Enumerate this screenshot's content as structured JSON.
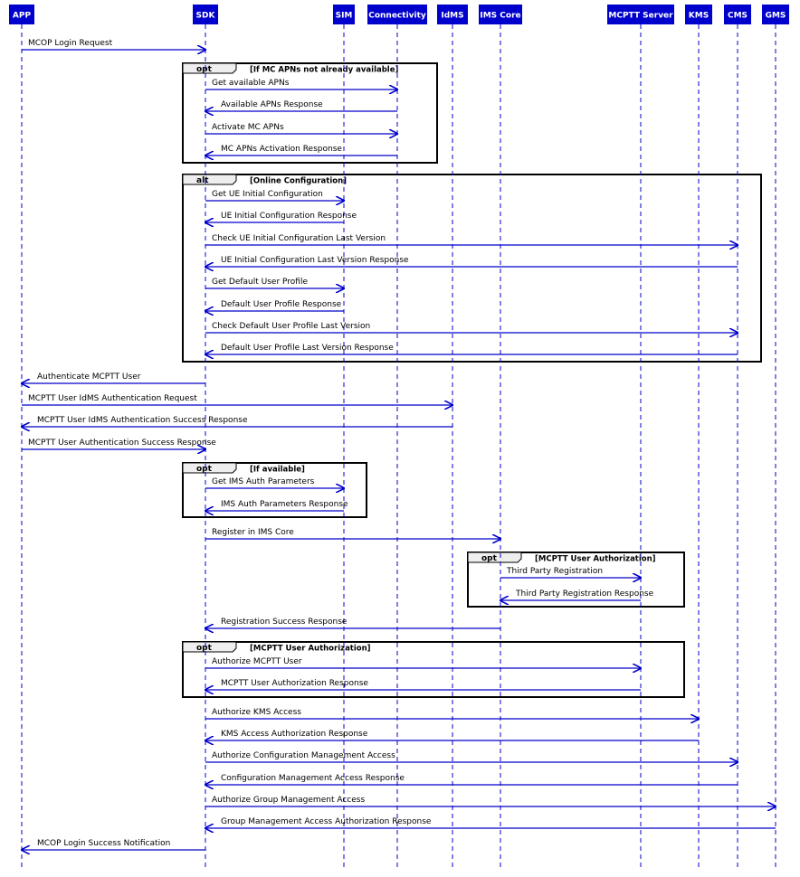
{
  "diagram": {
    "type": "sequence",
    "colors": {
      "participant_box": "#0000cc",
      "lifeline": "#0000cc",
      "message": "#0000cc",
      "frame_tab": "#eeeeee"
    },
    "participants": [
      {
        "id": "APP",
        "label": "APP"
      },
      {
        "id": "SDK",
        "label": "SDK"
      },
      {
        "id": "SIM",
        "label": "SIM"
      },
      {
        "id": "Connectivity",
        "label": "Connectivity"
      },
      {
        "id": "IdMS",
        "label": "IdMS"
      },
      {
        "id": "IMSCore",
        "label": "IMS Core"
      },
      {
        "id": "MCPTTServer",
        "label": "MCPTT Server"
      },
      {
        "id": "KMS",
        "label": "KMS"
      },
      {
        "id": "CMS",
        "label": "CMS"
      },
      {
        "id": "GMS",
        "label": "GMS"
      }
    ],
    "messages": [
      {
        "from": "APP",
        "to": "SDK",
        "label": "MCOP Login Request"
      },
      {
        "from": "SDK",
        "to": "Connectivity",
        "label": "Get available APNs"
      },
      {
        "from": "Connectivity",
        "to": "SDK",
        "label": "Available APNs Response"
      },
      {
        "from": "SDK",
        "to": "Connectivity",
        "label": "Activate MC APNs"
      },
      {
        "from": "Connectivity",
        "to": "SDK",
        "label": "MC APNs Activation Response"
      },
      {
        "from": "SDK",
        "to": "SIM",
        "label": "Get UE Initial Configuration"
      },
      {
        "from": "SIM",
        "to": "SDK",
        "label": "UE Initial Configuration Response"
      },
      {
        "from": "SDK",
        "to": "CMS",
        "label": "Check UE Initial Configuration Last Version"
      },
      {
        "from": "CMS",
        "to": "SDK",
        "label": "UE Initial Configuration Last Version Response"
      },
      {
        "from": "SDK",
        "to": "SIM",
        "label": "Get Default User Profile"
      },
      {
        "from": "SIM",
        "to": "SDK",
        "label": "Default User Profile Response"
      },
      {
        "from": "SDK",
        "to": "CMS",
        "label": "Check Default User Profile Last Version"
      },
      {
        "from": "CMS",
        "to": "SDK",
        "label": "Default User Profile Last Version Response"
      },
      {
        "from": "SDK",
        "to": "APP",
        "label": "Authenticate MCPTT User"
      },
      {
        "from": "APP",
        "to": "IdMS",
        "label": "MCPTT User IdMS Authentication Request"
      },
      {
        "from": "IdMS",
        "to": "APP",
        "label": "MCPTT User IdMS Authentication Success Response"
      },
      {
        "from": "APP",
        "to": "SDK",
        "label": "MCPTT User Authentication Success Response"
      },
      {
        "from": "SDK",
        "to": "SIM",
        "label": "Get IMS Auth Parameters"
      },
      {
        "from": "SIM",
        "to": "SDK",
        "label": "IMS Auth Parameters Response"
      },
      {
        "from": "SDK",
        "to": "IMSCore",
        "label": "Register in IMS Core"
      },
      {
        "from": "IMSCore",
        "to": "MCPTTServer",
        "label": "Third Party Registration"
      },
      {
        "from": "MCPTTServer",
        "to": "IMSCore",
        "label": "Third Party Registration Response"
      },
      {
        "from": "IMSCore",
        "to": "SDK",
        "label": "Registration Success Response"
      },
      {
        "from": "SDK",
        "to": "MCPTTServer",
        "label": "Authorize MCPTT User"
      },
      {
        "from": "MCPTTServer",
        "to": "SDK",
        "label": "MCPTT User Authorization Response"
      },
      {
        "from": "SDK",
        "to": "KMS",
        "label": "Authorize KMS Access"
      },
      {
        "from": "KMS",
        "to": "SDK",
        "label": "KMS Access Authorization Response"
      },
      {
        "from": "SDK",
        "to": "CMS",
        "label": "Authorize Configuration Management Access"
      },
      {
        "from": "CMS",
        "to": "SDK",
        "label": "Configuration Management Access Response"
      },
      {
        "from": "SDK",
        "to": "GMS",
        "label": "Authorize Group Management Access"
      },
      {
        "from": "GMS",
        "to": "SDK",
        "label": "Group Management Access Authorization Response"
      },
      {
        "from": "SDK",
        "to": "APP",
        "label": "MCOP Login Success Notification"
      }
    ],
    "fragments": [
      {
        "keyword": "opt",
        "condition": "[If MC APNs not already available]",
        "from_message": 1,
        "to_message": 4
      },
      {
        "keyword": "alt",
        "condition": "[Online Configuration]",
        "from_message": 5,
        "to_message": 12
      },
      {
        "keyword": "opt",
        "condition": "[If available]",
        "from_message": 17,
        "to_message": 18
      },
      {
        "keyword": "opt",
        "condition": "[MCPTT User Authorization]",
        "from_message": 20,
        "to_message": 21
      },
      {
        "keyword": "opt",
        "condition": "[MCPTT User Authorization]",
        "from_message": 23,
        "to_message": 24
      }
    ]
  }
}
